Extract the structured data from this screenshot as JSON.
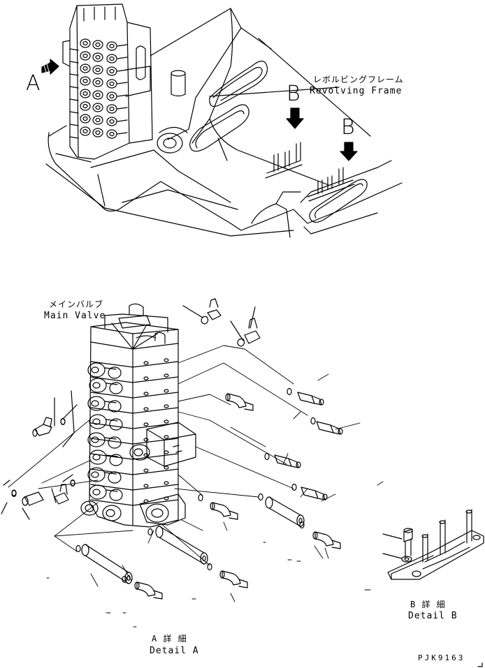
{
  "overview": {
    "callout_a": "A",
    "callout_b_left": "B",
    "callout_b_right": "B",
    "revolving_frame_jp": "レボルビングフレーム",
    "revolving_frame_en": "Revolving Frame"
  },
  "detail_a": {
    "main_valve_jp": "メインバルブ",
    "main_valve_en": "Main Valve",
    "caption_jp": "A 詳 細",
    "caption_en": "Detail A"
  },
  "detail_b": {
    "caption_jp": "B 詳 細",
    "caption_en": "Detail B"
  },
  "drawing_code": "PJK9163"
}
